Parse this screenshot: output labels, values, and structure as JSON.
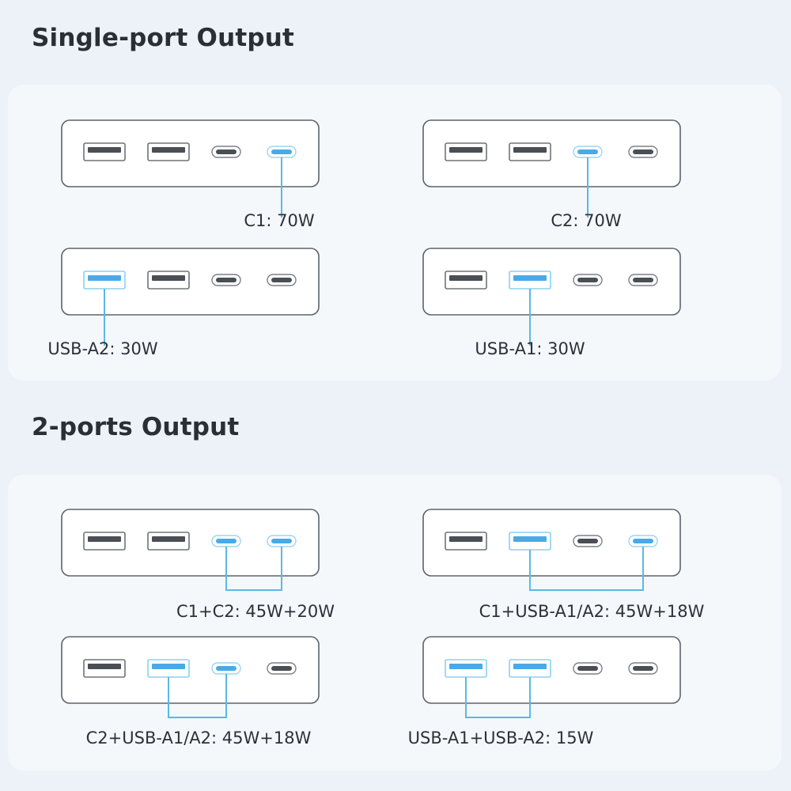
{
  "sections": [
    {
      "title": "Single-port Output",
      "items": [
        {
          "ports": [
            "usb-a",
            "usb-a",
            "usb-c",
            "usb-c"
          ],
          "active": [
            3
          ],
          "label": "C1: 70W"
        },
        {
          "ports": [
            "usb-a",
            "usb-a",
            "usb-c",
            "usb-c"
          ],
          "active": [
            2
          ],
          "label": "C2: 70W"
        },
        {
          "ports": [
            "usb-a",
            "usb-a",
            "usb-c",
            "usb-c"
          ],
          "active": [
            0
          ],
          "label": "USB-A2: 30W"
        },
        {
          "ports": [
            "usb-a",
            "usb-a",
            "usb-c",
            "usb-c"
          ],
          "active": [
            1
          ],
          "label": "USB-A1: 30W"
        }
      ]
    },
    {
      "title": "2-ports Output",
      "items": [
        {
          "ports": [
            "usb-a",
            "usb-a",
            "usb-c",
            "usb-c"
          ],
          "active": [
            2,
            3
          ],
          "label": "C1+C2: 45W+20W"
        },
        {
          "ports": [
            "usb-a",
            "usb-a",
            "usb-c",
            "usb-c"
          ],
          "active": [
            1,
            3
          ],
          "label": "C1+USB-A1/A2: 45W+18W"
        },
        {
          "ports": [
            "usb-a",
            "usb-a",
            "usb-c",
            "usb-c"
          ],
          "active": [
            1,
            2
          ],
          "label": "C2+USB-A1/A2: 45W+18W"
        },
        {
          "ports": [
            "usb-a",
            "usb-a",
            "usb-c",
            "usb-c"
          ],
          "active": [
            0,
            1
          ],
          "label": "USB-A1+USB-A2: 15W"
        }
      ]
    }
  ],
  "colors": {
    "active_port": "#4aa9e6",
    "inactive_port": "#4a4e55",
    "leader_line": "#5ab8e9",
    "background": "#edf2f8",
    "panel": "#f5f8fb"
  }
}
